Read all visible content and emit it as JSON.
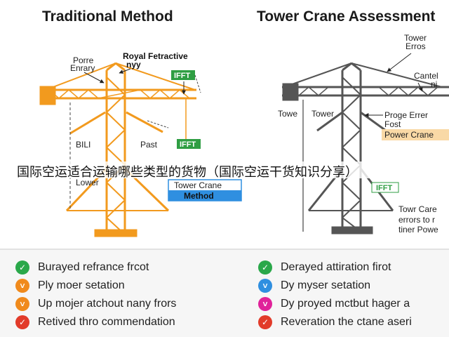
{
  "titles": {
    "left": "Traditional Method",
    "right": "Tower Crane Assessment"
  },
  "left_labels": {
    "porre": "Porre",
    "enrary": "Enrary",
    "royal": "Royal Fetractive",
    "nyy": "nyy",
    "box1": "IFFT",
    "box2": "IFFT",
    "bill": "BILI",
    "past": "Past",
    "lower": "Lower",
    "method_line1": "Tower Crane",
    "method_line2": "Method"
  },
  "right_labels": {
    "tower_erros_1": "Tower",
    "tower_erros_2": "Erros",
    "cantel": "Cantel",
    "ni": "ni",
    "towe": "Towe",
    "tower": "Tower",
    "proge": "Proge Errer",
    "fost": "Fost",
    "power_crane": "Power Crane",
    "box": "IFFT",
    "note_1": "Towr Care",
    "note_2": "errors to r",
    "note_3": "tiner Powe"
  },
  "overlay_caption": "国际空运适合运输哪些类型的货物（国际空运干货知识分享）",
  "left_items": [
    {
      "text": "Burayed refrance frcot",
      "status": "check",
      "color": "#2aa84a"
    },
    {
      "text": "Ply moer setation",
      "status": "chevron",
      "color": "#f08a1c"
    },
    {
      "text": "Up mojer atchout nany frors",
      "status": "chevron",
      "color": "#f08a1c"
    },
    {
      "text": "Retived thro commendation",
      "status": "check",
      "color": "#e23b2a"
    }
  ],
  "right_items": [
    {
      "text": "Derayed attiration firot",
      "status": "check",
      "color": "#2aa84a"
    },
    {
      "text": "Dy myser setation",
      "status": "chevron",
      "color": "#2f8fe0"
    },
    {
      "text": "Dy proyed mctbut hager a",
      "status": "chevron",
      "color": "#e0229a"
    },
    {
      "text": "Reveration the ctane aseri",
      "status": "check",
      "color": "#e23b2a"
    }
  ],
  "colors": {
    "orange": "#f29a1e",
    "gray": "#555555",
    "green": "#2aa84a",
    "blue": "#2f8fe0"
  }
}
